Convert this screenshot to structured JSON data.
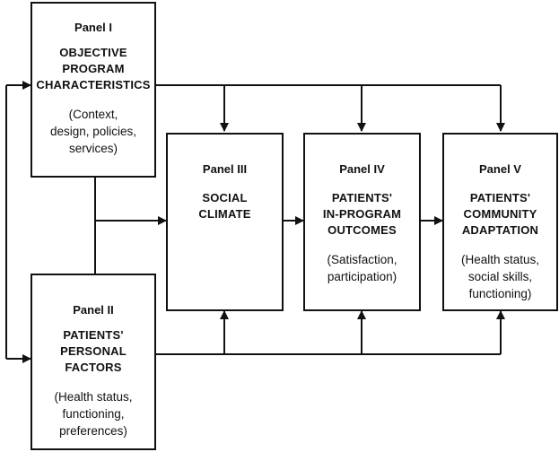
{
  "panels": {
    "p1": {
      "label": "Panel I",
      "heading": [
        "OBJECTIVE",
        "PROGRAM",
        "CHARACTERISTICS"
      ],
      "description": [
        "(Context,",
        "design, policies,",
        "services)"
      ]
    },
    "p2": {
      "label": "Panel II",
      "heading": [
        "PATIENTS'",
        "PERSONAL",
        "FACTORS"
      ],
      "description": [
        "(Health status,",
        "functioning,",
        "preferences)"
      ]
    },
    "p3": {
      "label": "Panel III",
      "heading": [
        "SOCIAL",
        "CLIMATE"
      ],
      "description": []
    },
    "p4": {
      "label": "Panel IV",
      "heading": [
        "PATIENTS'",
        "IN-PROGRAM",
        "OUTCOMES"
      ],
      "description": [
        "(Satisfaction,",
        "participation)"
      ]
    },
    "p5": {
      "label": "Panel V",
      "heading": [
        "PATIENTS'",
        "COMMUNITY",
        "ADAPTATION"
      ],
      "description": [
        "(Health status,",
        "social skills,",
        "functioning)"
      ]
    }
  },
  "colors": {
    "line": "#111111",
    "background": "#ffffff"
  }
}
